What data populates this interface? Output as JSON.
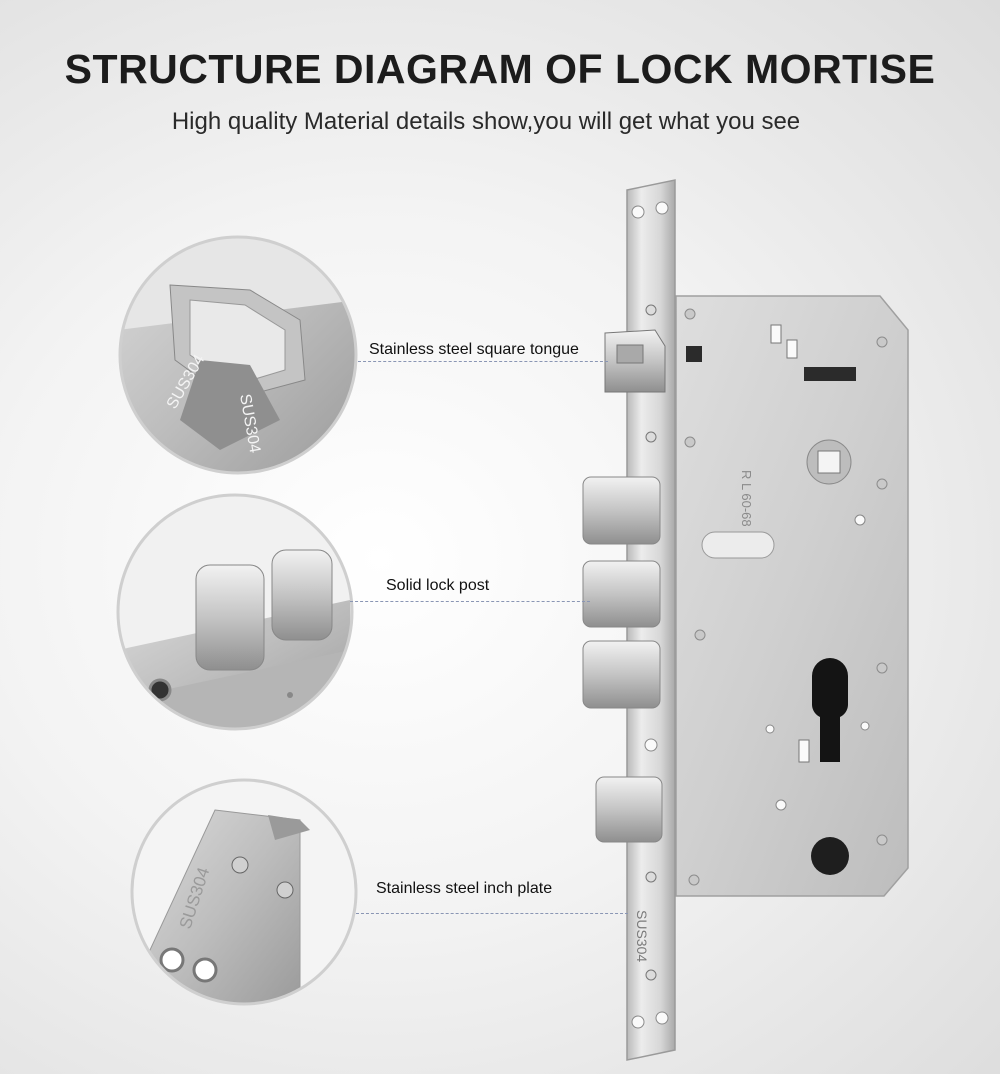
{
  "header": {
    "title": "STRUCTURE DIAGRAM OF LOCK MORTISE",
    "subtitle": "High quality Material details show,you will get what you see"
  },
  "callouts": [
    {
      "label": "Stainless steel square tongue"
    },
    {
      "label": "Solid lock post"
    },
    {
      "label": "Stainless steel inch plate"
    }
  ],
  "markings": {
    "material": "SUS304",
    "model": "R L 60-68"
  },
  "colors": {
    "steel_light": "#e4e4e4",
    "steel_mid": "#c8c8c8",
    "steel_dark": "#8e8e8e",
    "leader": "#8a96b4"
  }
}
